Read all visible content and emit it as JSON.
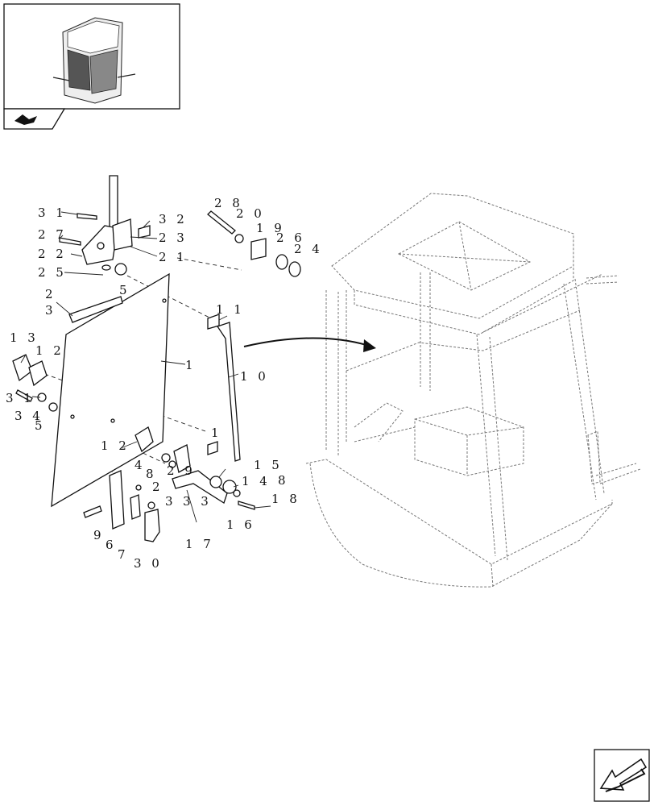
{
  "diagram": {
    "view": "exploded parts diagram - cab side window",
    "labels": [
      {
        "id": "l31",
        "text": "3 1"
      },
      {
        "id": "l32",
        "text": "3 2"
      },
      {
        "id": "l27",
        "text": "2 7"
      },
      {
        "id": "l23a",
        "text": "2 3"
      },
      {
        "id": "l22",
        "text": "2 2"
      },
      {
        "id": "l21",
        "text": "2 1"
      },
      {
        "id": "l25",
        "text": "2 5"
      },
      {
        "id": "l5a",
        "text": "5"
      },
      {
        "id": "l28",
        "text": "2 8"
      },
      {
        "id": "l20",
        "text": "2 0"
      },
      {
        "id": "l19",
        "text": "1 9"
      },
      {
        "id": "l26",
        "text": "2 6"
      },
      {
        "id": "l24",
        "text": "2 4"
      },
      {
        "id": "l2a",
        "text": "2"
      },
      {
        "id": "l3a",
        "text": "3"
      },
      {
        "id": "l11",
        "text": "1 1"
      },
      {
        "id": "l1a",
        "text": "1"
      },
      {
        "id": "l10",
        "text": "1 0"
      },
      {
        "id": "l13",
        "text": "1 3"
      },
      {
        "id": "l12a",
        "text": "1 2"
      },
      {
        "id": "l31b",
        "text": "3 1"
      },
      {
        "id": "l34",
        "text": "3 4"
      },
      {
        "id": "l5b",
        "text": "5"
      },
      {
        "id": "l1b",
        "text": "1"
      },
      {
        "id": "l12b",
        "text": "1 2"
      },
      {
        "id": "l4",
        "text": "4"
      },
      {
        "id": "l8a",
        "text": "8"
      },
      {
        "id": "l29",
        "text": "2 9"
      },
      {
        "id": "l15",
        "text": "1 5"
      },
      {
        "id": "l14",
        "text": "1 4"
      },
      {
        "id": "l8b",
        "text": "8"
      },
      {
        "id": "l2b",
        "text": "2"
      },
      {
        "id": "l18",
        "text": "1 8"
      },
      {
        "id": "l3b",
        "text": "3"
      },
      {
        "id": "l33",
        "text": "3 3"
      },
      {
        "id": "l16",
        "text": "1 6"
      },
      {
        "id": "l9",
        "text": "9"
      },
      {
        "id": "l6",
        "text": "6"
      },
      {
        "id": "l7",
        "text": "7"
      },
      {
        "id": "l30",
        "text": "3 0"
      },
      {
        "id": "l17",
        "text": "1 7"
      }
    ]
  },
  "icons": {
    "thumbnail": "machine-cab-thumbnail",
    "section": "section-tab-icon",
    "nav": "next-page-arrow-icon"
  }
}
